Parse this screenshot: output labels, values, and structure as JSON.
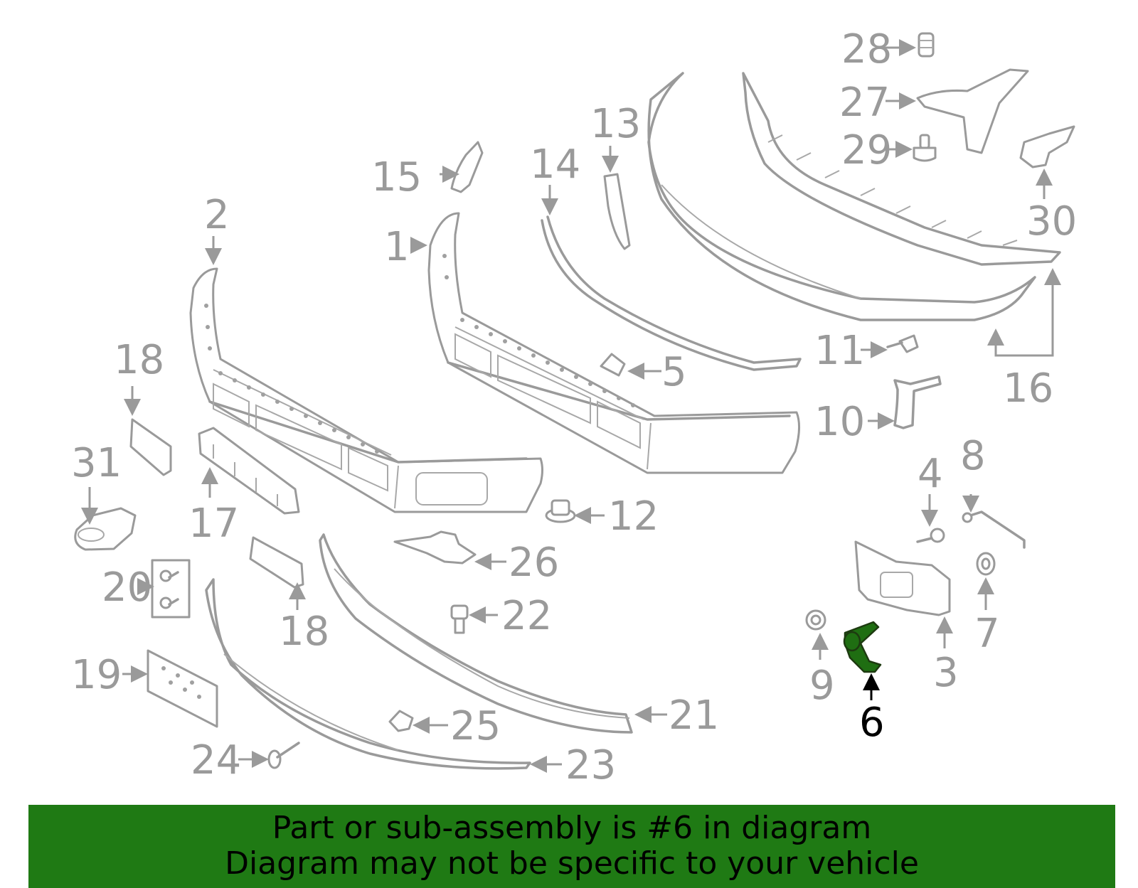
{
  "highlighted_part": "6",
  "callouts": {
    "c1": "1",
    "c2": "2",
    "c3": "3",
    "c4": "4",
    "c5": "5",
    "c6": "6",
    "c7": "7",
    "c8": "8",
    "c9": "9",
    "c10": "10",
    "c11": "11",
    "c12": "12",
    "c13": "13",
    "c14": "14",
    "c15": "15",
    "c16": "16",
    "c17": "17",
    "c18a": "18",
    "c18b": "18",
    "c19": "19",
    "c20": "20",
    "c21": "21",
    "c22": "22",
    "c23": "23",
    "c24": "24",
    "c25": "25",
    "c26": "26",
    "c27": "27",
    "c28": "28",
    "c29": "29",
    "c30": "30",
    "c31": "31"
  },
  "banner": {
    "line1": "Part or sub-assembly is #6 in diagram",
    "line2": "Diagram may not be specific to your vehicle",
    "color": "#1f7a14"
  },
  "colors": {
    "part_outline": "#9a9a9a",
    "highlight_fill": "#1f6e12"
  }
}
